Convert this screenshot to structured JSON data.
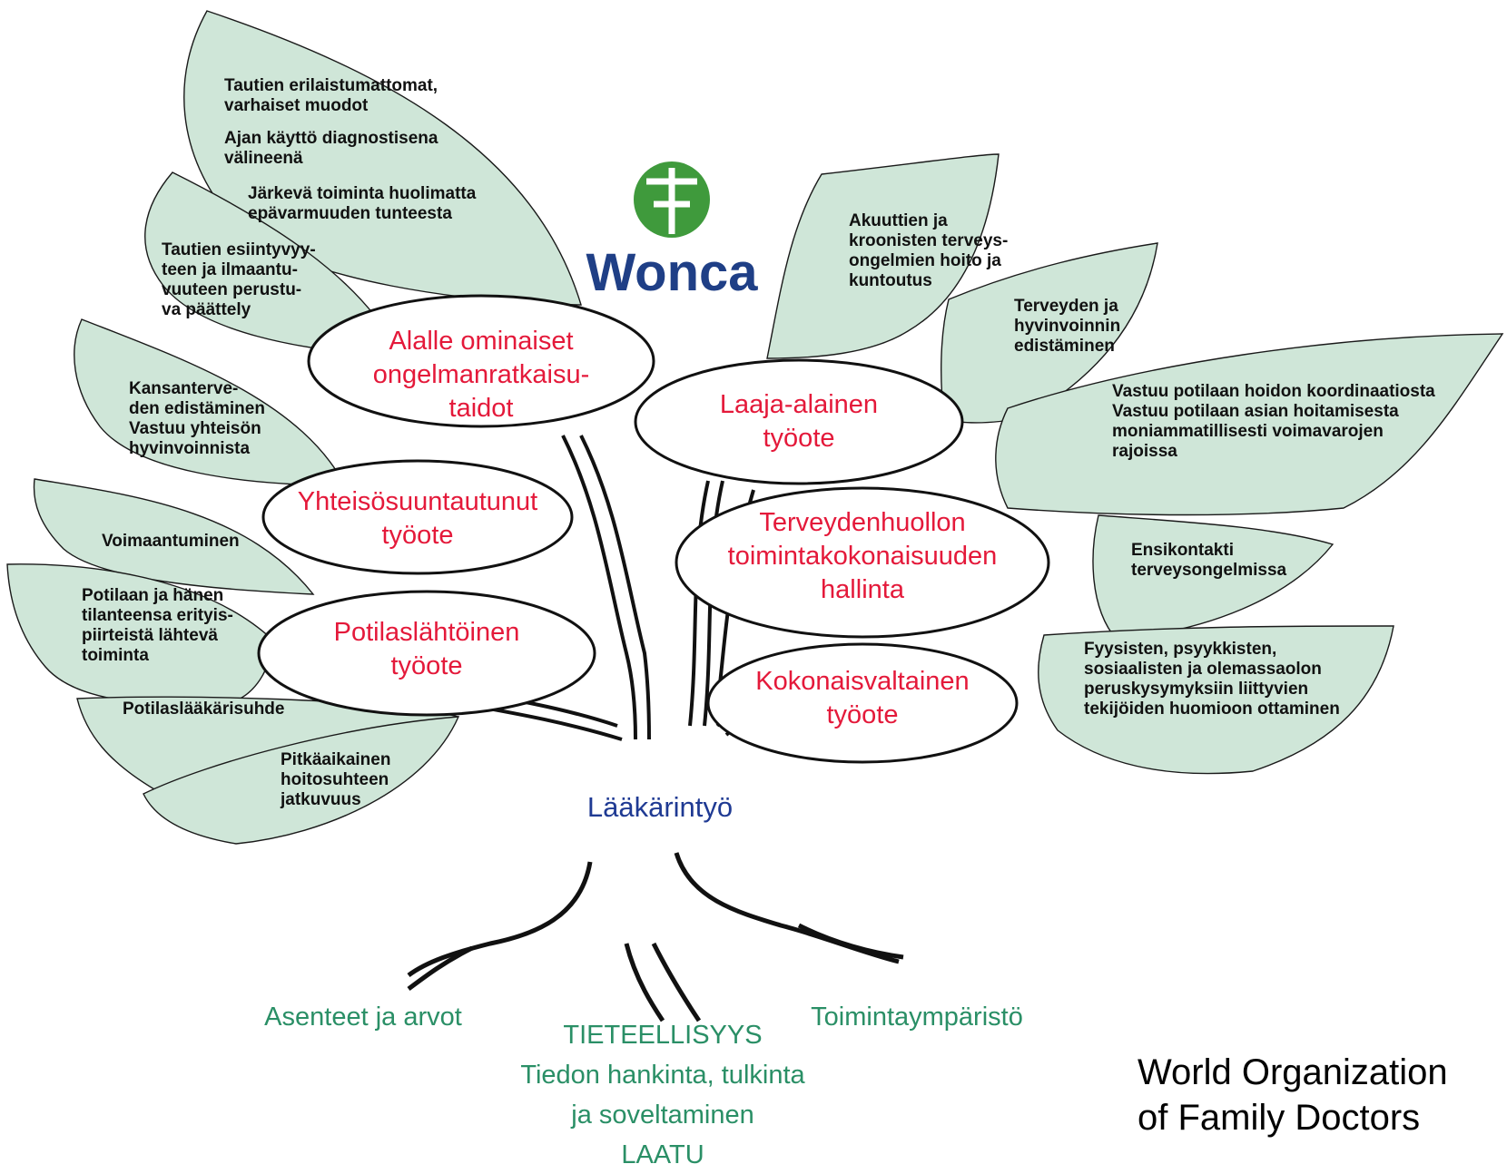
{
  "colors": {
    "leaf_fill": "#cfe6d8",
    "ellipse_text": "#e4193a",
    "center_text": "#1f3a93",
    "root_text": "#2a8f66",
    "logo_green": "#3f9a3c",
    "logo_blue": "#1f3f86"
  },
  "logo": {
    "text": "Wonca",
    "icon": "globe-icon"
  },
  "leaves": [
    {
      "lines": [
        "Tautien erilaistumattomat,",
        "varhaiset muodot"
      ]
    },
    {
      "lines": [
        "Ajan käyttö diagnostisena",
        "välineenä"
      ]
    },
    {
      "lines": [
        "Järkevä toiminta huolimatta",
        "epävarmuuden tunteesta"
      ]
    },
    {
      "lines": [
        "Tautien esiintyvyy-",
        "teen ja ilmaantu-",
        "vuuteen perustu-",
        "va päättely"
      ]
    },
    {
      "lines": [
        "Kansanterve-",
        "den edistäminen",
        "Vastuu yhteisön",
        "hyvinvoinnista"
      ]
    },
    {
      "lines": [
        "Voimaantuminen"
      ]
    },
    {
      "lines": [
        "Potilaan ja hänen",
        "tilanteensa erityis-",
        "piirteistä lähtevä",
        "toiminta"
      ]
    },
    {
      "lines": [
        "Potilaslääkärisuhde"
      ]
    },
    {
      "lines": [
        "Pitkäaikainen",
        "hoitosuhteen",
        "jatkuvuus"
      ]
    },
    {
      "lines": [
        "Akuuttien ja",
        "kroonisten terveys-",
        "ongelmien hoito ja",
        "kuntoutus"
      ]
    },
    {
      "lines": [
        "Terveyden ja",
        "hyvinvoinnin",
        "edistäminen"
      ]
    },
    {
      "lines": [
        "Vastuu potilaan hoidon koordinaatiosta",
        "Vastuu potilaan asian hoitamisesta",
        "moniammatillisesti voimavarojen",
        "rajoissa"
      ]
    },
    {
      "lines": [
        "Ensikontakti",
        "terveysongelmissa"
      ]
    },
    {
      "lines": [
        "Fyysisten, psyykkisten,",
        "sosiaalisten ja olemassaolon",
        "peruskysymyksiin liittyvien",
        "tekijöiden huomioon ottaminen"
      ]
    }
  ],
  "core": [
    {
      "lines": [
        "Alalle ominaiset",
        "ongelmanratkaisu-",
        "taidot"
      ]
    },
    {
      "lines": [
        "Laaja-alainen",
        "työote"
      ]
    },
    {
      "lines": [
        "Yhteisösuuntautunut",
        "työote"
      ]
    },
    {
      "lines": [
        "Terveydenhuollon",
        "toimintakokonaisuuden",
        "hallinta"
      ]
    },
    {
      "lines": [
        "Potilaslähtöinen",
        "työote"
      ]
    },
    {
      "lines": [
        "Kokonaisvaltainen",
        "työote"
      ]
    }
  ],
  "center_label": "Lääkärintyö",
  "roots": {
    "left": "Asenteet ja arvot",
    "right": "Toimintaympäristö",
    "center": [
      "TIETEELLISYYS",
      "Tiedon hankinta, tulkinta",
      "ja soveltaminen",
      "LAATU"
    ]
  },
  "org": [
    "World Organization",
    "of Family Doctors"
  ]
}
